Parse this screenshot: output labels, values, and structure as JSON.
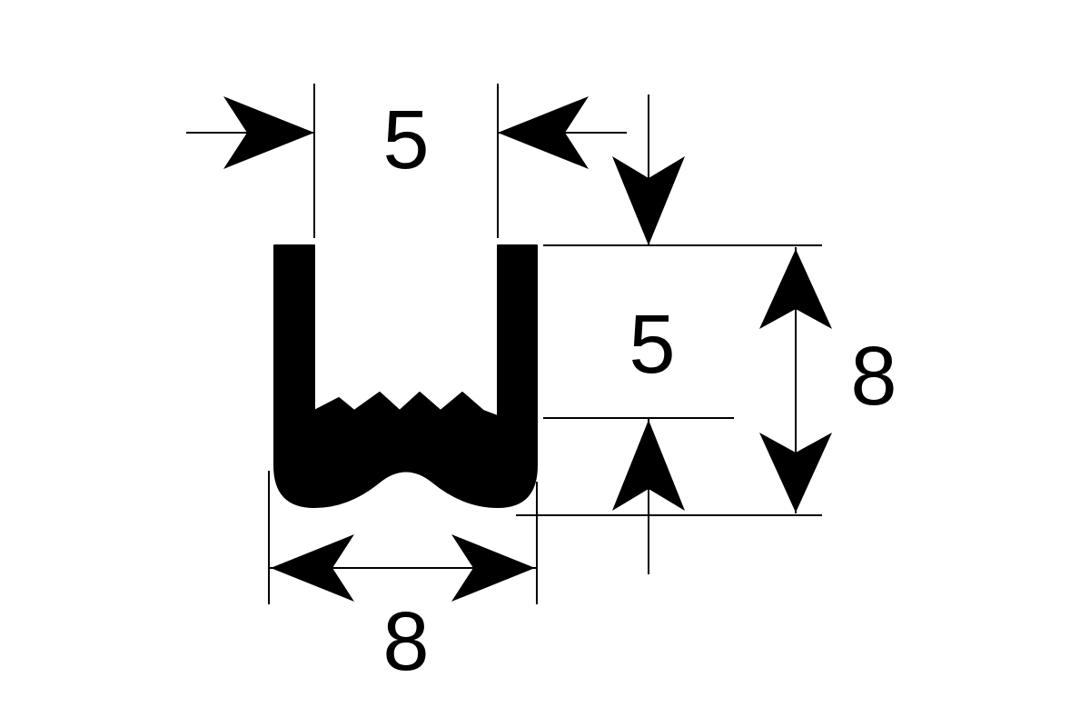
{
  "diagram": {
    "type": "u-profile-gasket-cross-section",
    "colors": {
      "ink": "#000000",
      "background": "#ffffff"
    },
    "dimensions": {
      "inner_width": {
        "label": "5",
        "value": 5
      },
      "outer_width": {
        "label": "8",
        "value": 8
      },
      "channel_depth": {
        "label": "5",
        "value": 5
      },
      "overall_height": {
        "label": "8",
        "value": 8
      }
    }
  }
}
